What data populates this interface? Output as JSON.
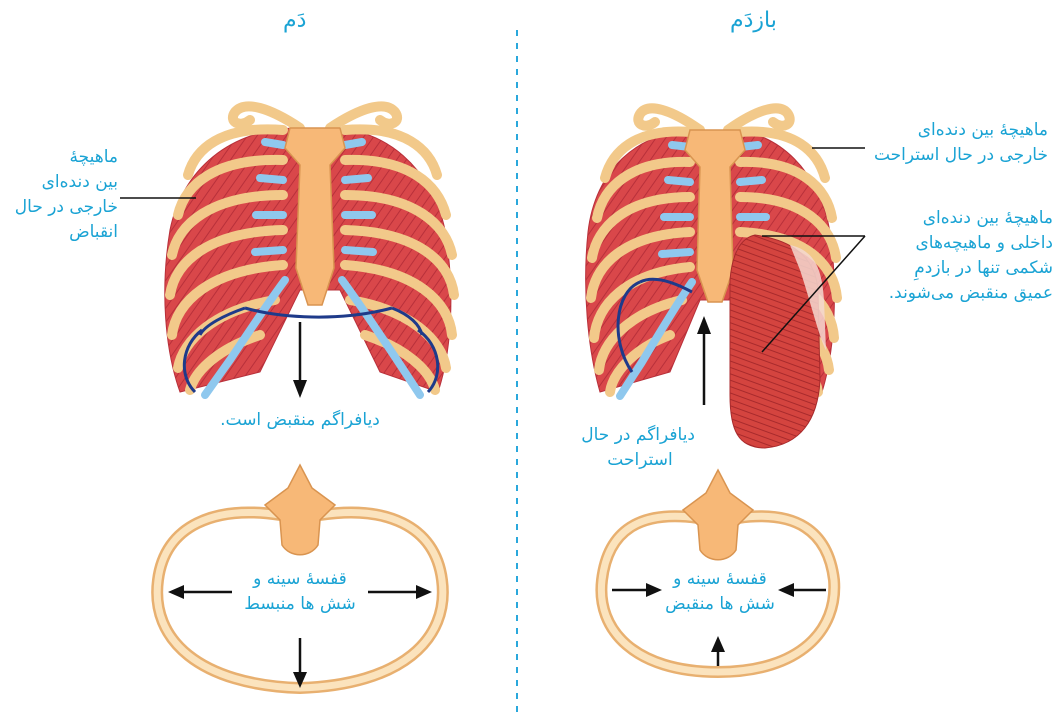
{
  "titles": {
    "inhale": "دَم",
    "exhale": "بازدَم"
  },
  "inhale": {
    "external_muscle_label": [
      "ماهیچهٔ",
      "بین دنده‌ای",
      "خارجی در حال",
      "انقباض"
    ],
    "diaphragm_label": "دیافراگم منقبض است.",
    "chest_label": [
      "قفسهٔ سینه و",
      "شش ها منبسط"
    ]
  },
  "exhale": {
    "external_muscle_label": [
      "ماهیچهٔ بین دنده‌ای",
      "خارجی در حال استراحت"
    ],
    "internal_muscle_label": [
      "ماهیچهٔ بین دنده‌ای",
      "داخلی و ماهیچه‌های",
      "شکمی تنها در بازدمِ",
      "عمیق منقبض می‌شوند."
    ],
    "diaphragm_label": [
      "دیافراگم در حال",
      "استراحت"
    ],
    "chest_label": [
      "قفسهٔ سینه و",
      "شش ها منقبض"
    ]
  },
  "colors": {
    "label": "#1aa3d4",
    "divider": "#2aa8dc",
    "muscle": "#d9474a",
    "rib": "#f2c98a",
    "cartilage": "#8fc8ee",
    "diaphragm": "#1e3a8a",
    "arrow": "#111111"
  }
}
